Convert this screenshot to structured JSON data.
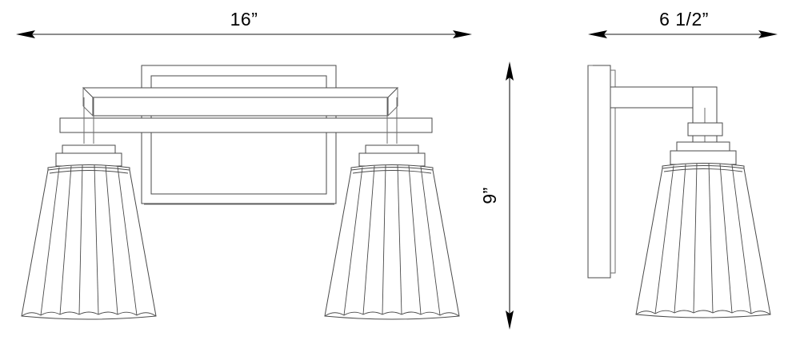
{
  "drawing": {
    "title": "Bathroom Vanity Light Dimension Drawing",
    "background_color": "#ffffff",
    "line_color": "#4a4a4a",
    "dim_color": "#000000",
    "views": [
      {
        "name": "front-elevation",
        "label": ""
      },
      {
        "name": "side-elevation",
        "label": ""
      }
    ]
  },
  "dimensions": {
    "width": {
      "name": "overall-width",
      "value": "16”",
      "orientation": "horizontal",
      "view": "front-elevation"
    },
    "depth": {
      "name": "overall-depth",
      "value": "6  1/2”",
      "orientation": "horizontal",
      "view": "side-elevation"
    },
    "height": {
      "name": "overall-height",
      "value": "9”",
      "orientation": "vertical",
      "view": "front-elevation"
    }
  },
  "front_view": {
    "backplate": {
      "name": "rectangular-backplate"
    },
    "upper_rail": {
      "name": "upper-cross-rail"
    },
    "lower_rail": {
      "name": "lower-cross-rail"
    },
    "shades": [
      {
        "name": "left-fluted-shade",
        "ribs": 8
      },
      {
        "name": "right-fluted-shade",
        "ribs": 8
      }
    ]
  },
  "side_view": {
    "wall_plate": {
      "name": "wall-mount-plate"
    },
    "arm": {
      "name": "horizontal-support-arm"
    },
    "drop_tube": {
      "name": "vertical-drop-tube"
    },
    "collar": {
      "name": "decorative-collar"
    },
    "shade": {
      "name": "side-fluted-shade",
      "ribs": 8
    }
  }
}
